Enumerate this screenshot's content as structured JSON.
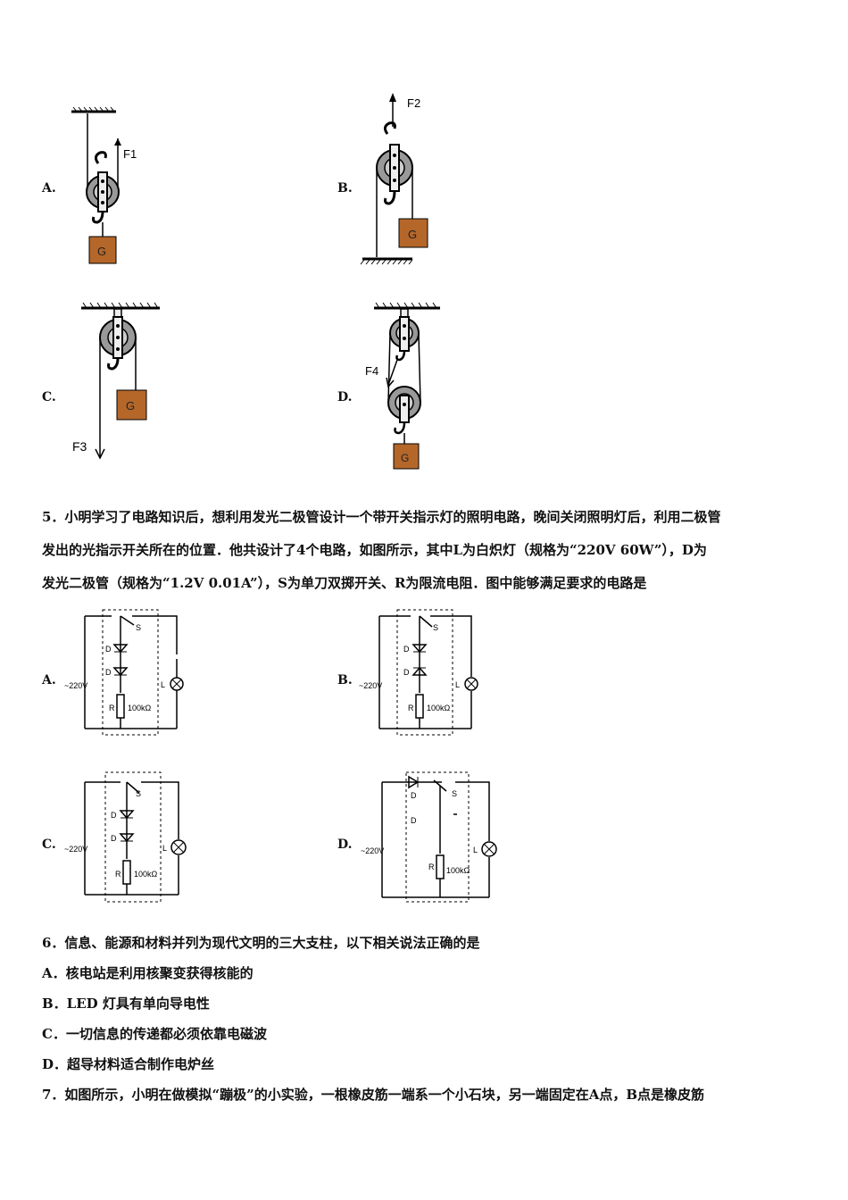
{
  "pulley_options": [
    {
      "label": "A.",
      "force": "F1",
      "block": "G"
    },
    {
      "label": "B.",
      "force": "F2",
      "block": "G"
    },
    {
      "label": "C.",
      "force": "F3",
      "block": "G"
    },
    {
      "label": "D.",
      "force": "F4",
      "block": "G"
    }
  ],
  "q5": {
    "line1": "5．小明学习了电路知识后，想利用发光二极管设计一个带开关指示灯的照明电路，晚间关闭照明灯后，利用二极管",
    "line2": "发出的光指示开关所在的位置．他共设计了4个电路，如图所示，其中L为白炽灯（规格为“220V 60W”），D为",
    "line3": "发光二极管（规格为“1.2V 0.01A”），S为单刀双掷开关、R为限流电阻．图中能够满足要求的电路是"
  },
  "circuit_options": [
    {
      "label": "A."
    },
    {
      "label": "B."
    },
    {
      "label": "C."
    },
    {
      "label": "D."
    }
  ],
  "circuit_labels": {
    "switch": "S",
    "diode": "D",
    "voltage": "~220V",
    "lamp": "L",
    "resistor": "R",
    "resistance": "100kΩ"
  },
  "q6": {
    "stem": "6．信息、能源和材料并列为现代文明的三大支柱，以下相关说法正确的是",
    "options": [
      "A．核电站是利用核聚变获得核能的",
      "B．LED 灯具有单向导电性",
      "C．一切信息的传递都必须依靠电磁波",
      "D．超导材料适合制作电炉丝"
    ]
  },
  "q7": {
    "line1": "7．如图所示，小明在做模拟“蹦极”的小实验，一根橡皮筋一端系一个小石块，另一端固定在A点，B点是橡皮筋"
  },
  "colors": {
    "block": "#b5672a",
    "pulley": "#999999",
    "text": "#111111"
  }
}
